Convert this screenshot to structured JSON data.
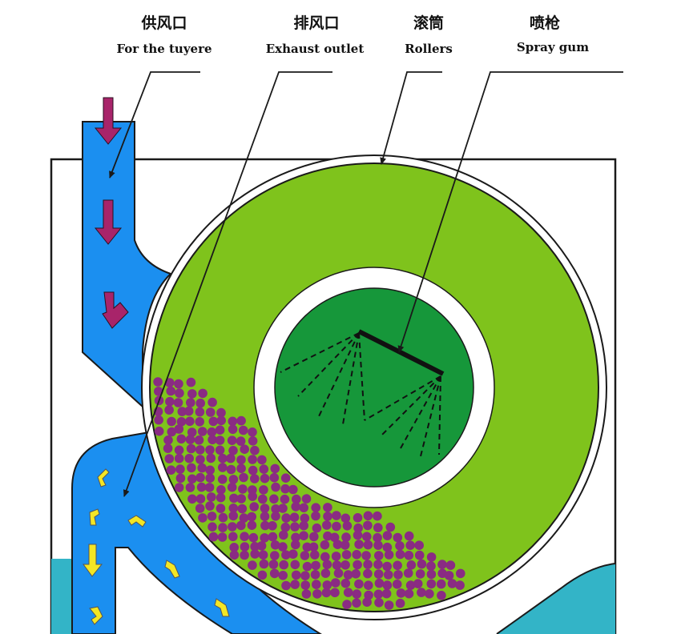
{
  "labels": {
    "air_inlet": {
      "zh": "供风口",
      "en": "For the tuyere"
    },
    "exhaust": {
      "zh": "排风口",
      "en": "Exhaust outlet"
    },
    "rollers": {
      "zh": "滚筒",
      "en": "Rollers"
    },
    "spray": {
      "zh": "喷枪",
      "en": "Spray gum"
    }
  },
  "colors": {
    "drum_outer": "#7fc31c",
    "drum_inner": "#16973a",
    "duct": "#1b8ff0",
    "air_arrow": "#a8246a",
    "flow_arrow": "#f3e625",
    "pellets": "#8a2b83",
    "floor": "#33b4c7",
    "outline": "#1a1a1a"
  }
}
